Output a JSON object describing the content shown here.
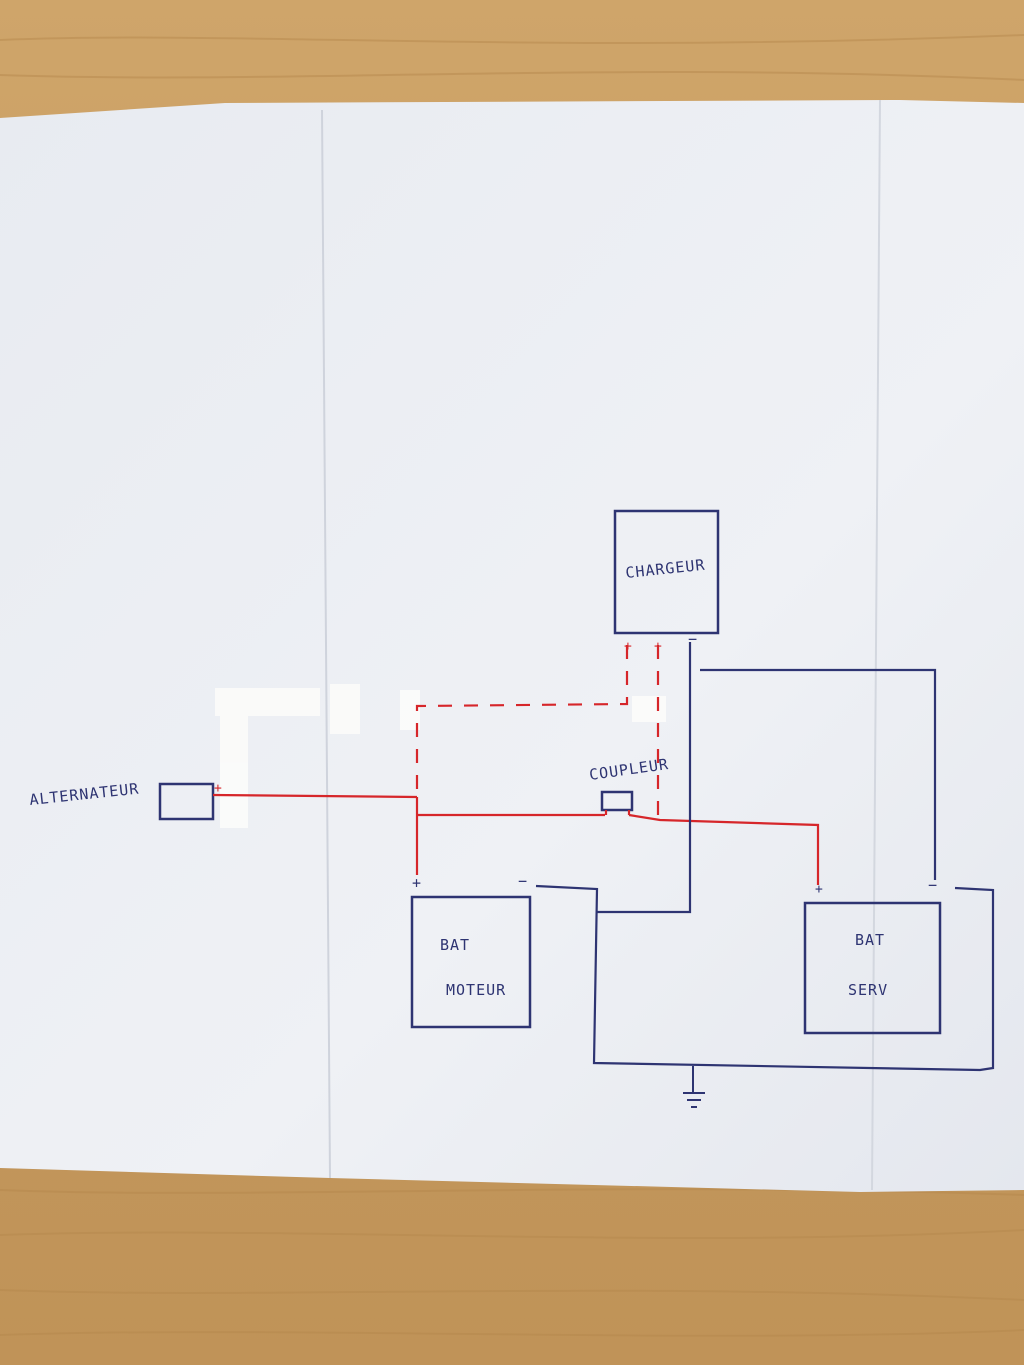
{
  "colors": {
    "wood": "#c9a063",
    "wood_dark": "#b8894d",
    "paper": "#eef0f4",
    "ink_blue": "#2e3472",
    "ink_red": "#d6262a",
    "tape": "#fbfbfa"
  },
  "labels": {
    "alternateur": "ALTERNATEUR",
    "chargeur": "CHARGEUR",
    "coupleur": "COUPLEUR",
    "bat_moteur_line1": "BAT",
    "bat_moteur_line2": "MOTEUR",
    "bat_serv_line1": "BAT",
    "bat_serv_line2": "SERV"
  },
  "terminals": {
    "alternateur_plus": "+",
    "chargeur_plus_1": "+",
    "chargeur_plus_2": "+",
    "chargeur_minus": "−",
    "bat_moteur_plus": "+",
    "bat_moteur_minus": "−",
    "bat_serv_plus": "+",
    "bat_serv_minus": "−"
  },
  "icons": {
    "ground": "ground-symbol-icon"
  }
}
